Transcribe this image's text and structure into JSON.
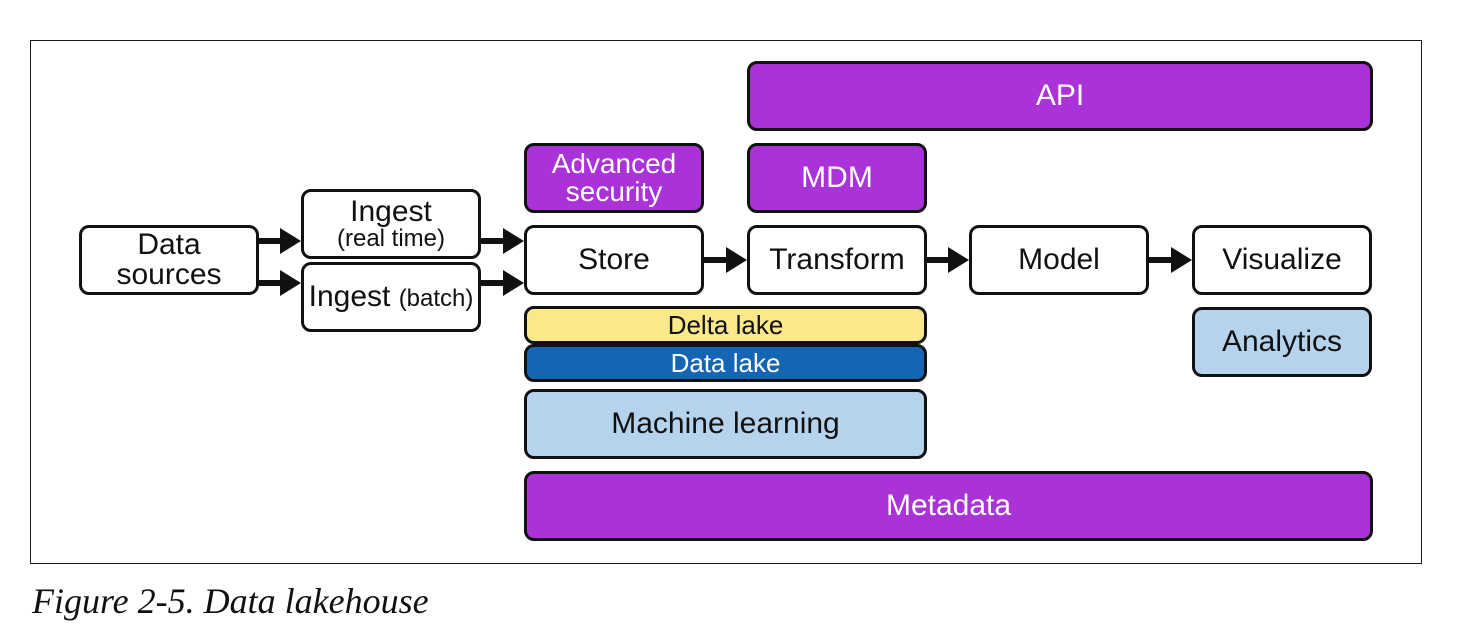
{
  "diagram": {
    "nodes": {
      "api": "API",
      "mdm": "MDM",
      "advanced_security": [
        "Advanced",
        "security"
      ],
      "data_sources": "Data sources",
      "ingest_real_time": {
        "main": "Ingest",
        "sub": "(real time)"
      },
      "ingest_batch": {
        "main": "Ingest",
        "sub": "(batch)"
      },
      "store": "Store",
      "transform": "Transform",
      "model": "Model",
      "visualize": "Visualize",
      "delta_lake": "Delta lake",
      "data_lake": "Data lake",
      "analytics": "Analytics",
      "machine_learning": "Machine learning",
      "metadata": "Metadata"
    },
    "colors": {
      "purple": "#a933d6",
      "yellow": "#fbe88a",
      "dark_blue": "#1565b5",
      "light_blue": "#b5d3ec",
      "white": "#ffffff"
    },
    "edges": [
      [
        "data_sources",
        "ingest_real_time"
      ],
      [
        "data_sources",
        "ingest_batch"
      ],
      [
        "ingest_real_time",
        "store"
      ],
      [
        "ingest_batch",
        "store"
      ],
      [
        "store",
        "transform"
      ],
      [
        "transform",
        "model"
      ],
      [
        "model",
        "visualize"
      ]
    ]
  },
  "caption": "Figure 2-5. Data lakehouse"
}
